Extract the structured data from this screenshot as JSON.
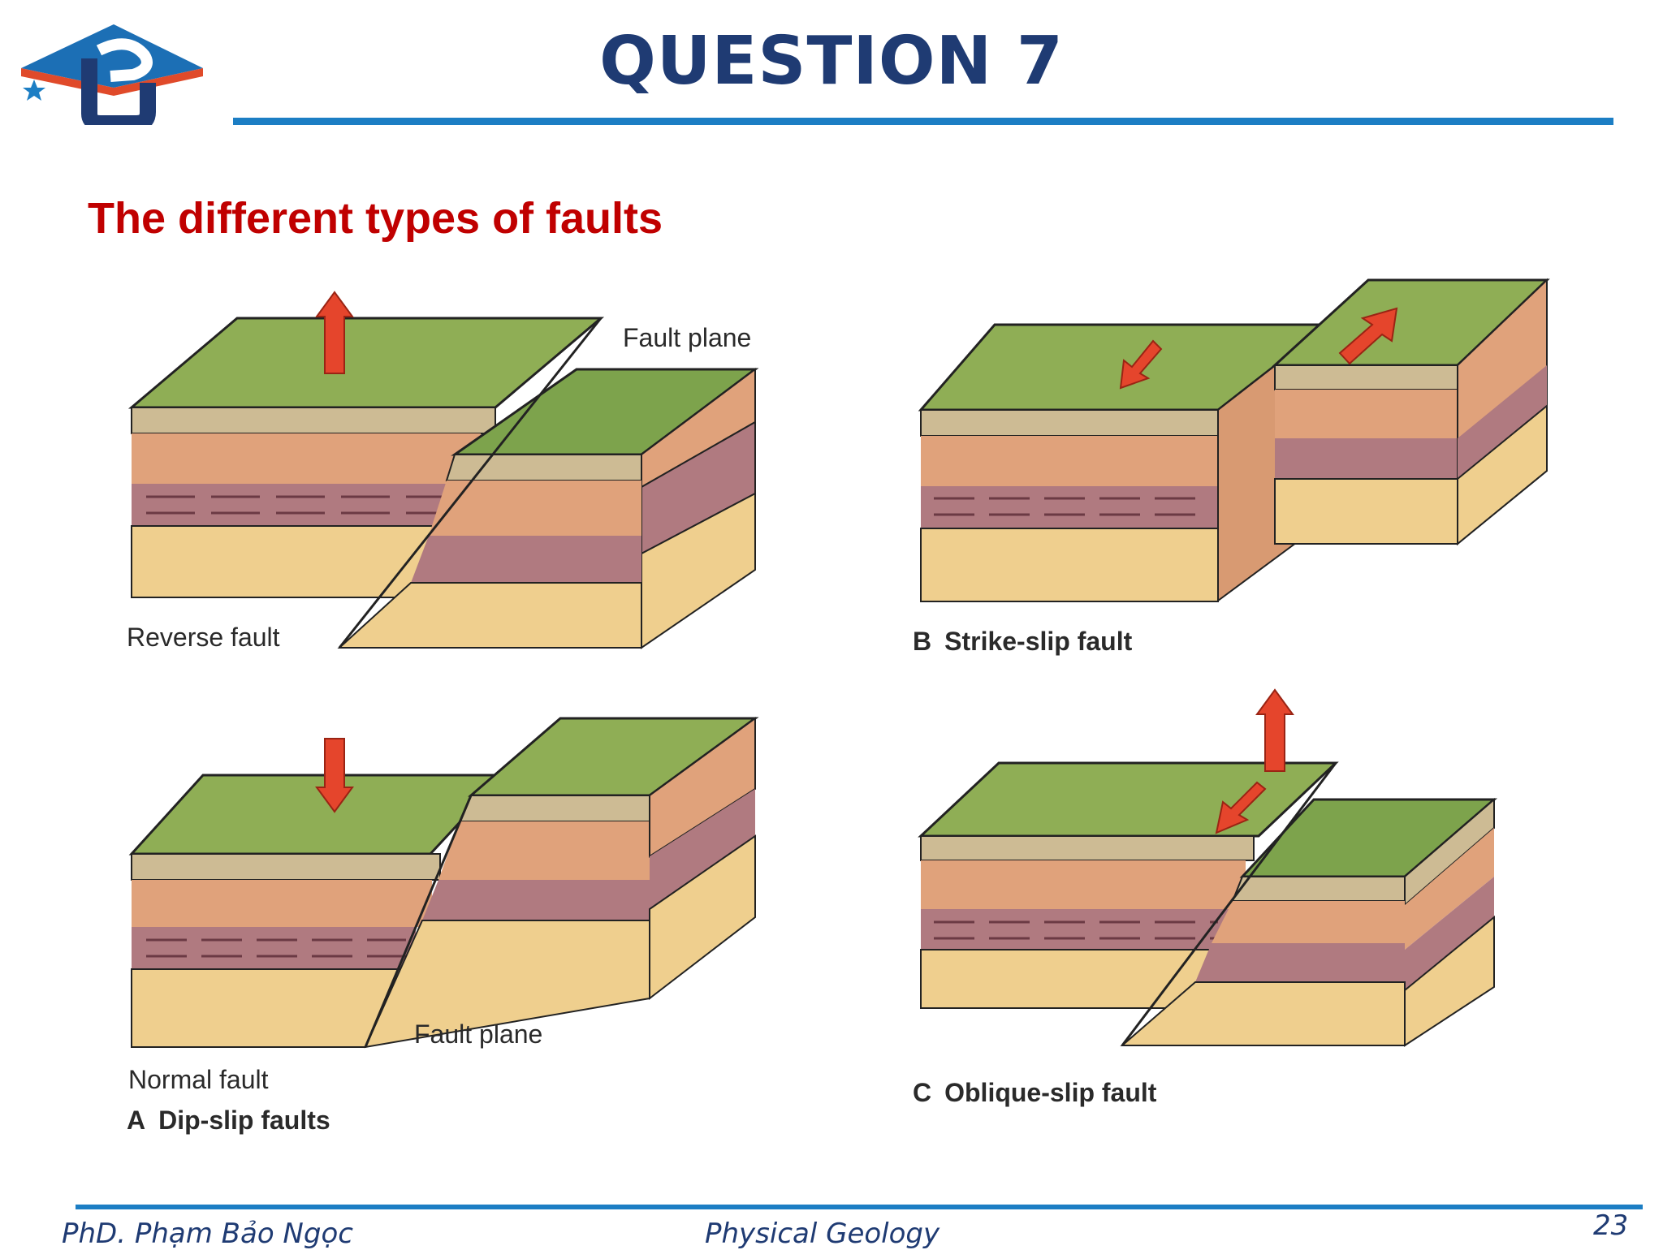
{
  "slide": {
    "title": "QUESTION 7",
    "subtitle": "The different types of faults"
  },
  "colors": {
    "title": "#1f3b73",
    "accent_rule": "#1c7ec4",
    "subtitle": "#c00000",
    "grass": "#8fae55",
    "sand_top": "#cdbb94",
    "orange_layer": "#e0a27b",
    "shale_layer": "#b07a80",
    "base_sand": "#efcf8e",
    "arrow": "#e5452c"
  },
  "logo": {
    "icon": "graduation-cap-logo"
  },
  "diagrams": {
    "reverse": {
      "label_plane": "Fault plane",
      "caption": "Reverse fault"
    },
    "strike": {
      "letter": "B",
      "caption": "Strike-slip fault"
    },
    "normal": {
      "label_plane": "Fault plane",
      "caption": "Normal fault",
      "group_letter": "A",
      "group_caption": "Dip-slip faults"
    },
    "oblique": {
      "letter": "C",
      "caption": "Oblique-slip fault"
    }
  },
  "footer": {
    "author": "PhD. Phạm Bảo Ngọc",
    "course": "Physical Geology",
    "page": "23"
  }
}
